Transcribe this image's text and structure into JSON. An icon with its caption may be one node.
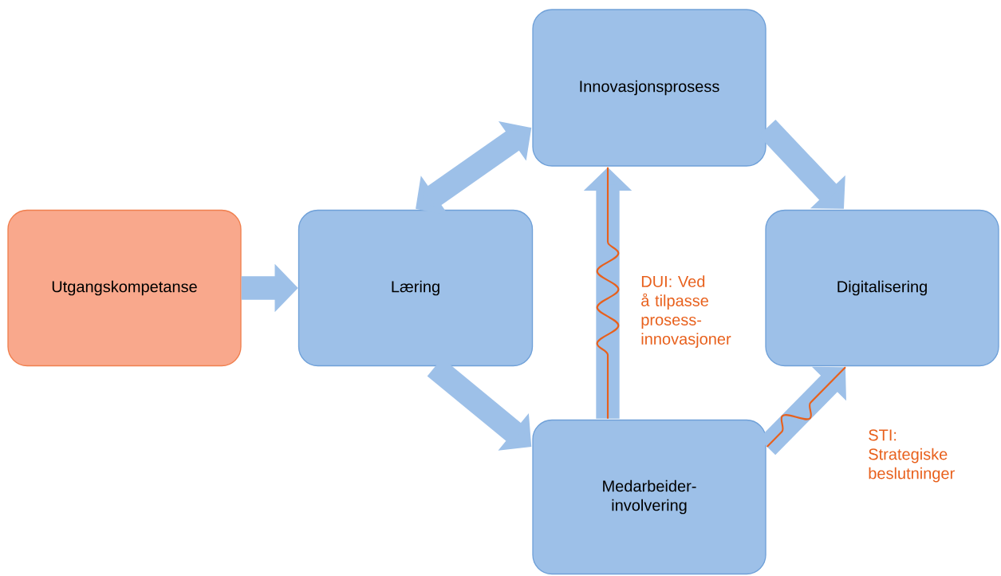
{
  "diagram": {
    "nodes": [
      {
        "text": [
          "Utgangskompetanse"
        ]
      },
      {
        "text": [
          "Læring"
        ]
      },
      {
        "text": [
          "Innovasjonsprosess"
        ]
      },
      {
        "text": [
          "Digitalisering"
        ]
      },
      {
        "text": [
          "Medarbeider-involvering"
        ]
      }
    ],
    "edges": [
      {
        "from": 0,
        "to": 1,
        "arrow": "to"
      },
      {
        "from": 1,
        "to": 2,
        "arrow": "both"
      },
      {
        "from": 2,
        "to": 3,
        "arrow": "to"
      },
      {
        "from": 1,
        "to": 4,
        "arrow": "to"
      },
      {
        "from": 4,
        "to": 2,
        "arrow": "to",
        "label": "DUI: Ved å tilpasse prosess-innovasjoner",
        "color": "#e8601c"
      },
      {
        "from": 4,
        "to": 3,
        "arrow": "to",
        "label": "STI: Strategiske beslutninger",
        "color": "#e8601c"
      }
    ]
  }
}
